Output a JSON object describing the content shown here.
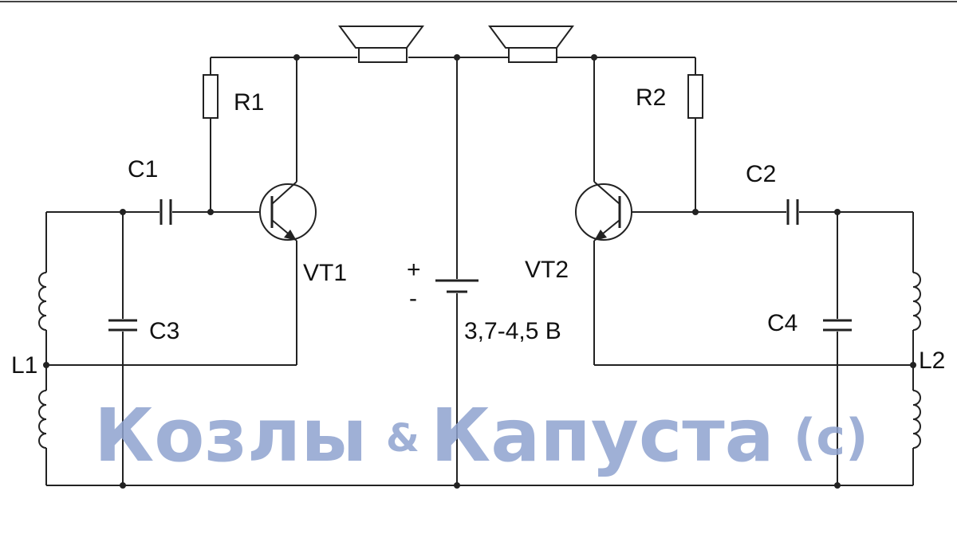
{
  "labels": {
    "r1": "R1",
    "r2": "R2",
    "c1": "C1",
    "c2": "C2",
    "c3": "C3",
    "c4": "C4",
    "vt1": "VT1",
    "vt2": "VT2",
    "l1": "L1",
    "l2": "L2",
    "plus": "+",
    "minus": "-",
    "voltage": "3,7-4,5 В"
  },
  "watermark": {
    "main": "Козлы",
    "amp": "&",
    "main2": "Капуста",
    "copy": "(с)"
  },
  "colors": {
    "wire": "#222222",
    "watermark": "#8fa3cf"
  }
}
